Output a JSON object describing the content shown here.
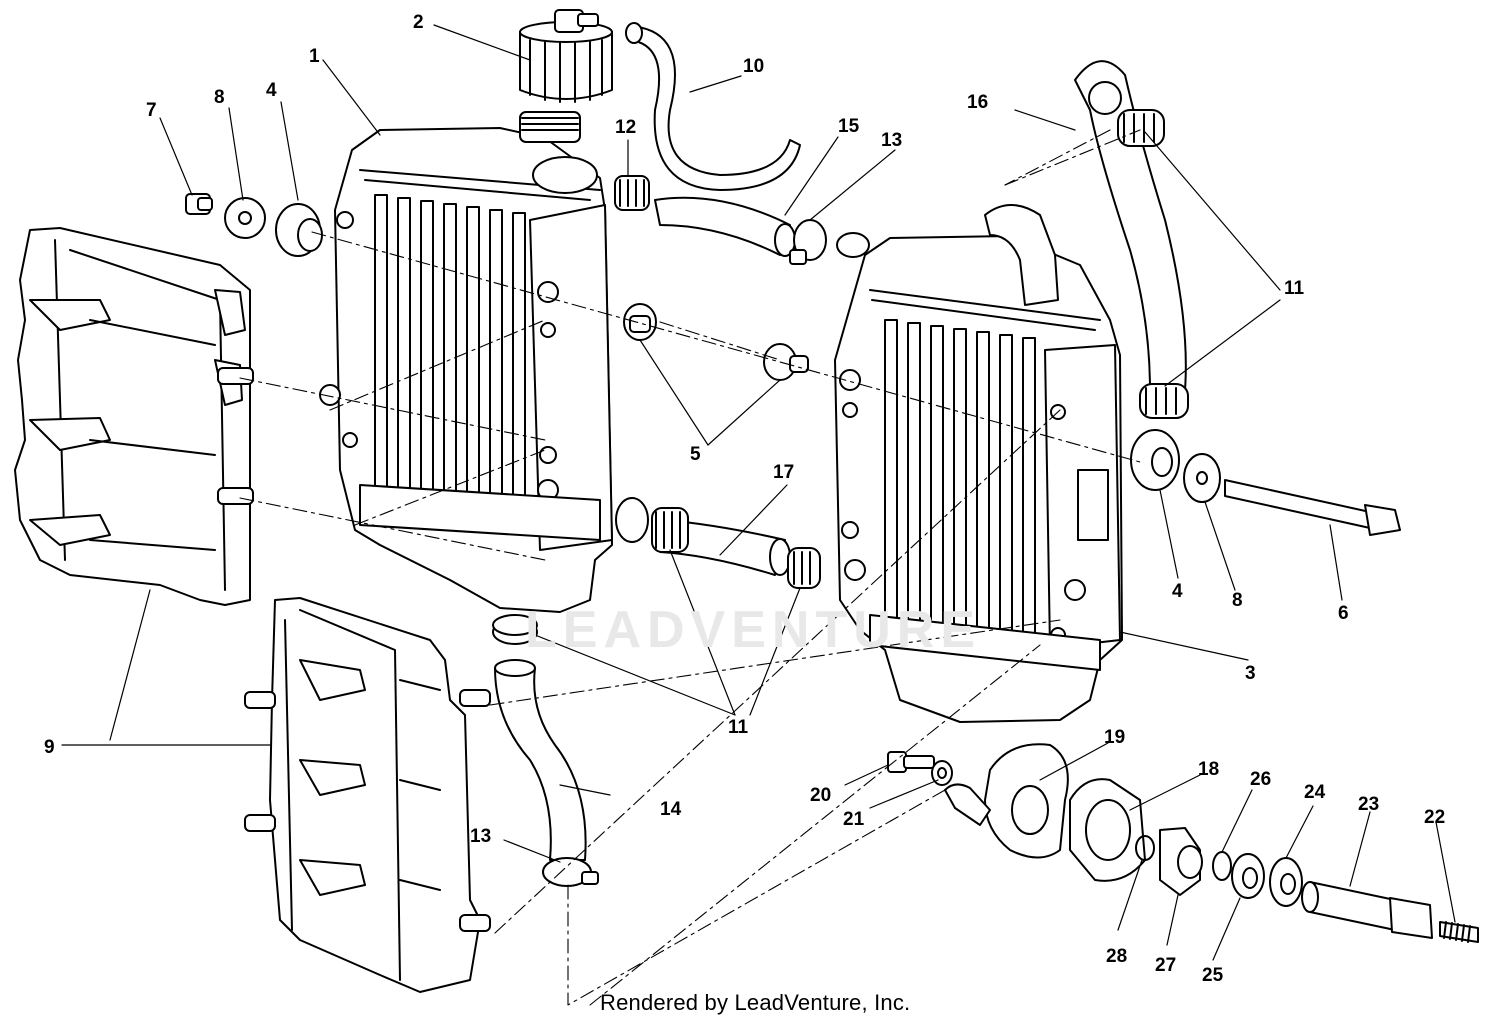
{
  "diagram": {
    "callouts": [
      "1",
      "2",
      "3",
      "4",
      "4",
      "5",
      "5",
      "6",
      "7",
      "8",
      "8",
      "9",
      "9",
      "10",
      "11",
      "11",
      "11",
      "11",
      "12",
      "13",
      "13",
      "14",
      "15",
      "16",
      "17",
      "18",
      "19",
      "20",
      "21",
      "22",
      "23",
      "24",
      "25",
      "26",
      "27",
      "28"
    ]
  },
  "watermark": "LEADVENTURE",
  "footer": {
    "credit": "Rendered by LeadVenture, Inc."
  }
}
